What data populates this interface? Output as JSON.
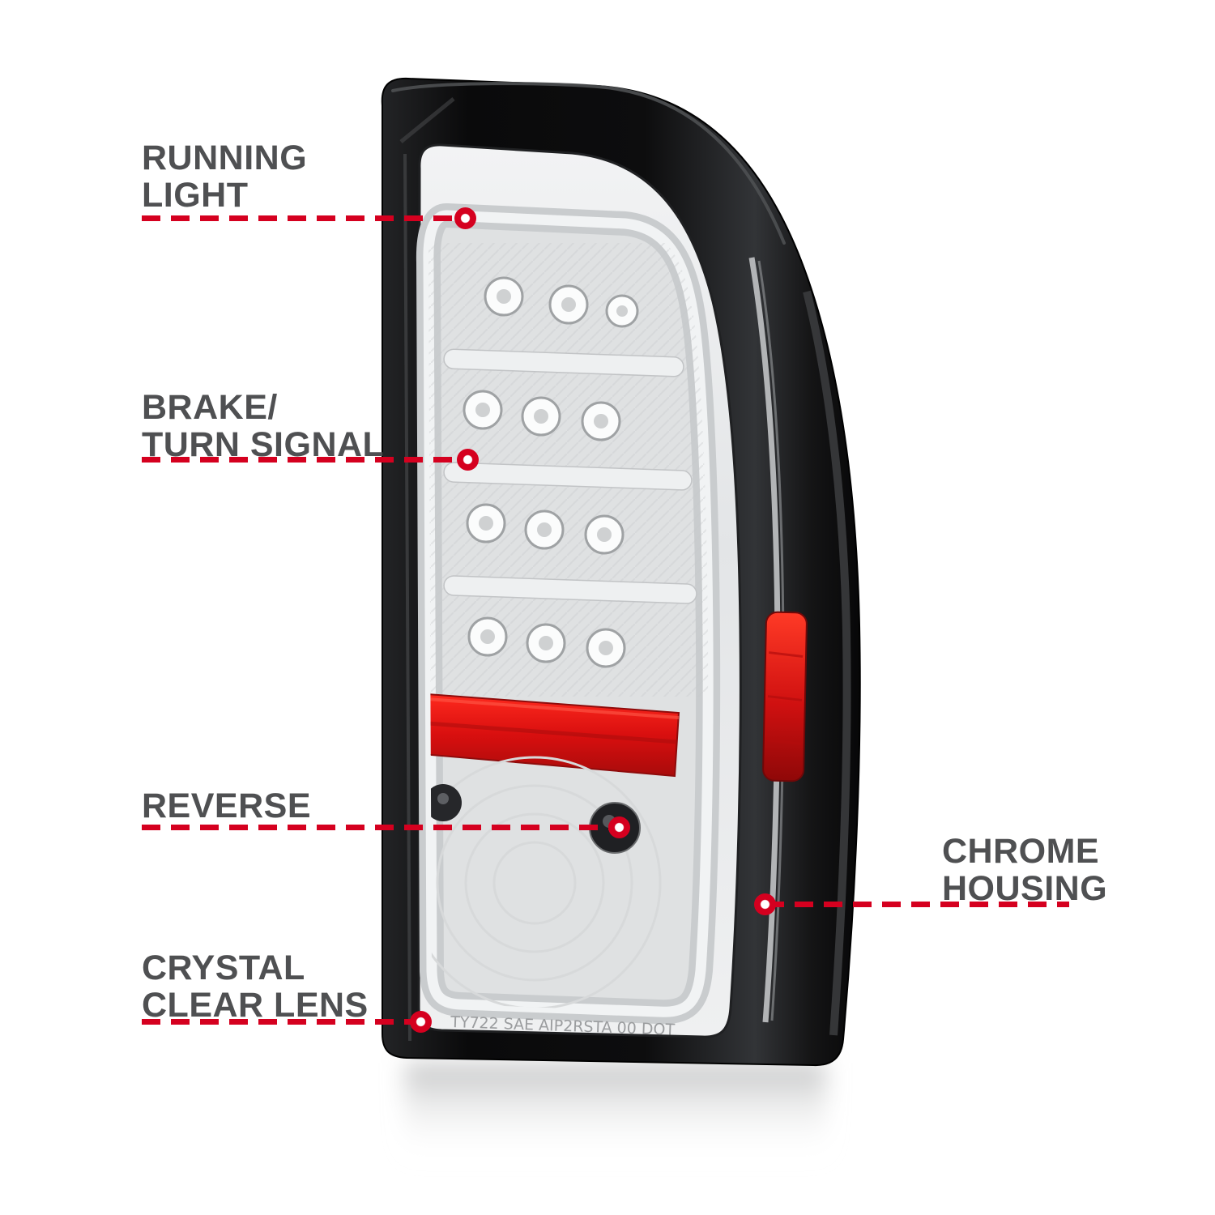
{
  "diagram": {
    "type": "product-feature-callout",
    "subject": "LED tail light assembly, passenger side"
  },
  "colors": {
    "background": "#ffffff",
    "callout_red": "#d5001f",
    "label_gray": "#4f5052",
    "housing_black": "#0b0b0c",
    "lens_gray": "#e8eaec",
    "light_bar_gray": "#c9ccce",
    "reflector_red": "#d90f0f"
  },
  "callouts": {
    "running_light": {
      "line1": "RUNNING",
      "line2": "LIGHT"
    },
    "brake_turn_signal": {
      "line1": "BRAKE/",
      "line2": "TURN SIGNAL"
    },
    "reverse": {
      "line1": "REVERSE"
    },
    "chrome_housing": {
      "line1": "CHROME",
      "line2": "HOUSING"
    },
    "crystal_clear_lens": {
      "line1": "CRYSTAL",
      "line2": "CLEAR LENS"
    }
  },
  "lamp": {
    "lens_marking": "TY722 SAE AIP2RSTA 00 DOT"
  }
}
